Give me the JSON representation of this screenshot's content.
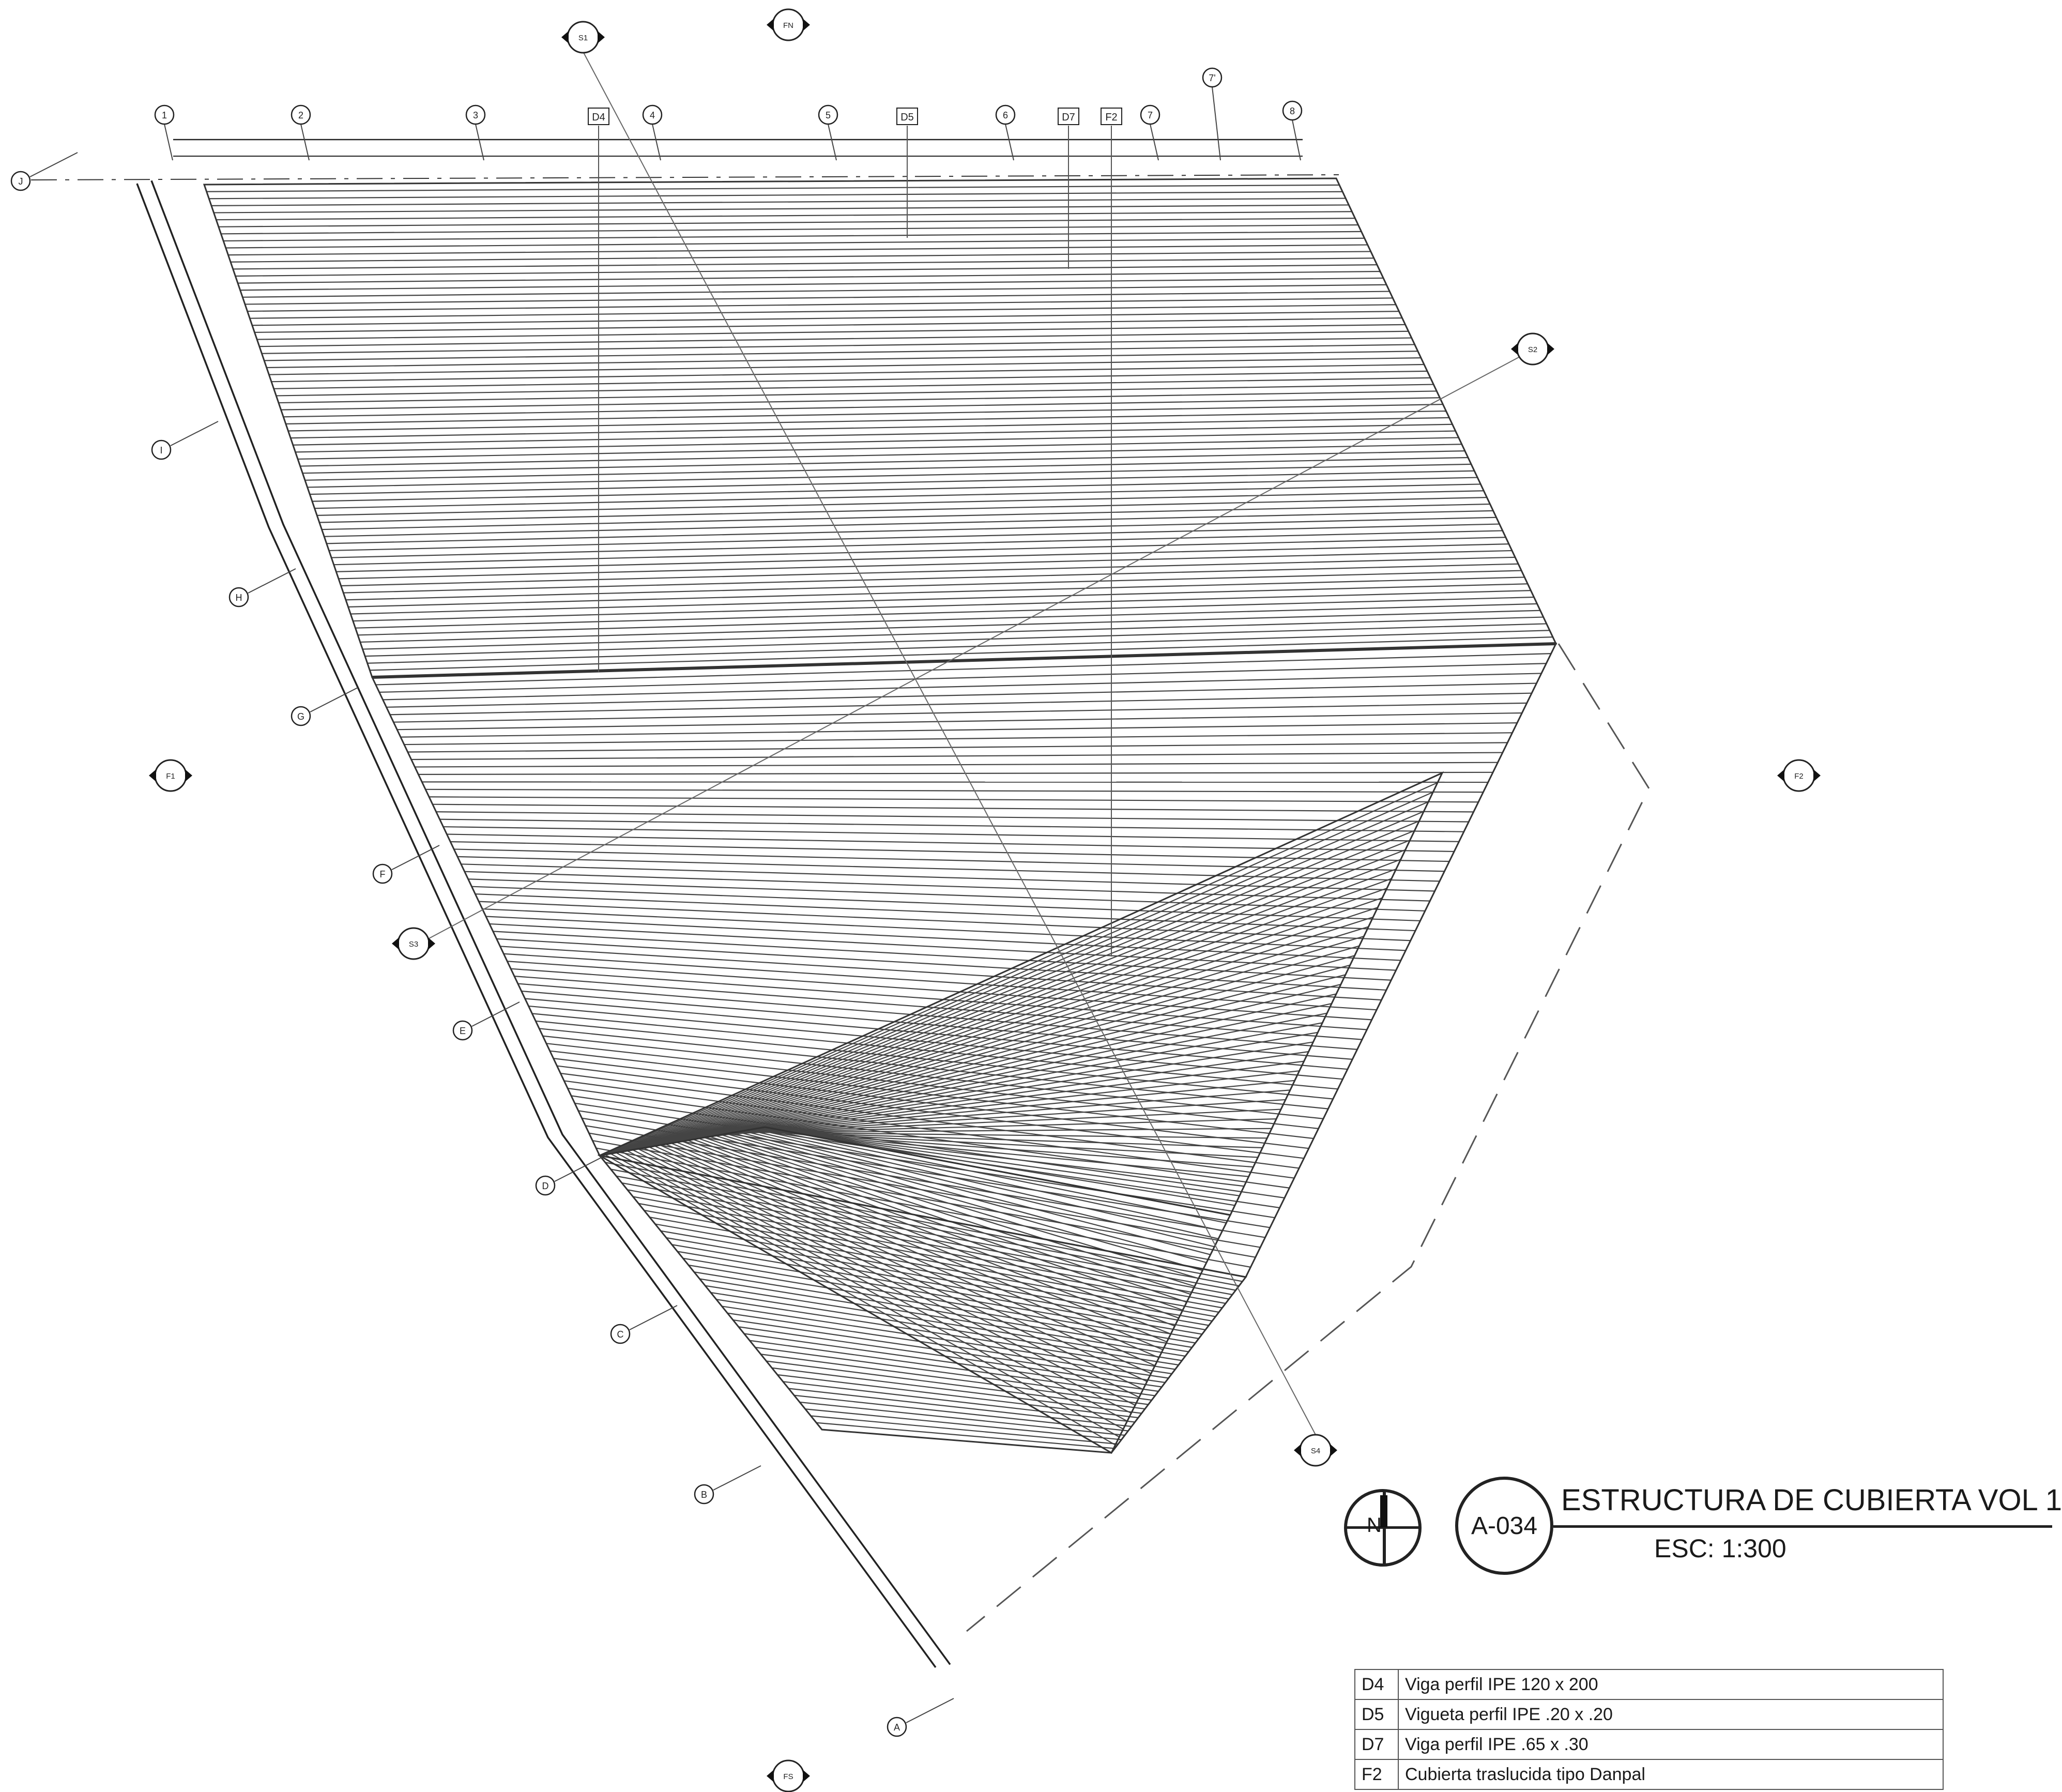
{
  "grid_axes": {
    "numbers": [
      "1",
      "2",
      "3",
      "4",
      "5",
      "6",
      "7",
      "7'",
      "8"
    ],
    "letters": [
      "J",
      "I",
      "H",
      "G",
      "F",
      "E",
      "D",
      "C",
      "B",
      "A"
    ]
  },
  "detail_tags": [
    "D4",
    "D5",
    "D7",
    "F2"
  ],
  "section_markers": [
    "FN",
    "FS",
    "F1",
    "F2",
    "S1",
    "S2",
    "S3",
    "S4"
  ],
  "north_arrow": {
    "label": "N"
  },
  "title_block": {
    "sheet_number": "A-034",
    "title": "ESTRUCTURA DE CUBIERTA VOL 1",
    "scale": "ESC: 1:300"
  },
  "legend": [
    {
      "code": "D4",
      "description": "Viga perfil IPE 120 x 200"
    },
    {
      "code": "D5",
      "description": "Vigueta perfil IPE .20 x .20"
    },
    {
      "code": "D7",
      "description": "Viga perfil IPE .65 x .30"
    },
    {
      "code": "F2",
      "description": "Cubierta traslucida tipo Danpal"
    }
  ]
}
